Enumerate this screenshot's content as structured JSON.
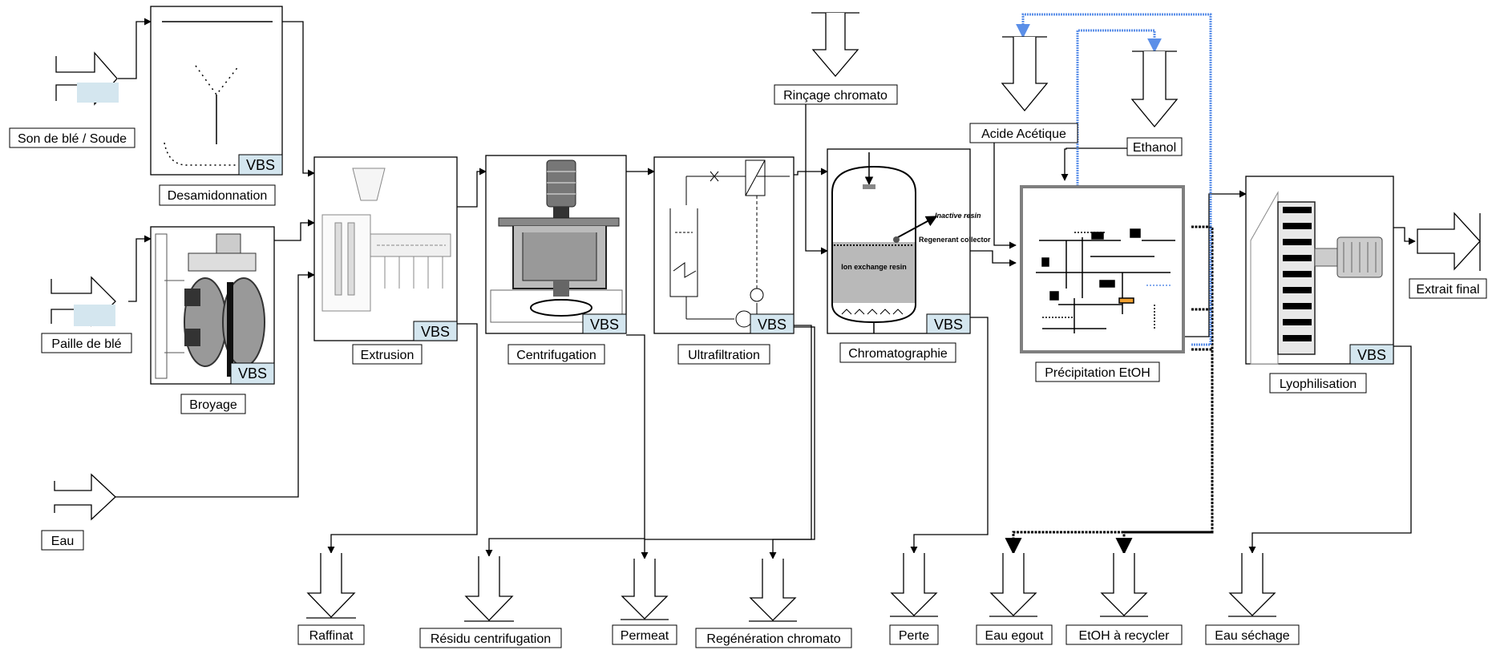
{
  "inputs": {
    "son_ble": "Son de blé / Soude",
    "paille": "Paille de blé",
    "eau": "Eau",
    "rincage": "Rinçage chromato",
    "acide": "Acide Acétique",
    "ethanol": "Ethanol"
  },
  "processes": {
    "desamidonnation": "Desamidonnation",
    "broyage": "Broyage",
    "extrusion": "Extrusion",
    "centrifugation": "Centrifugation",
    "ultrafiltration": "Ultrafiltration",
    "chromatographie": "Chromatographie",
    "precipitation": "Précipitation EtOH",
    "lyophilisation": "Lyophilisation"
  },
  "badge": "VBS",
  "outputs": {
    "raffinat": "Raffinat",
    "residu": "Résidu centrifugation",
    "permeat": "Permeat",
    "regeneration": "Regénération chromato",
    "perte": "Perte",
    "eau_egout": "Eau egout",
    "etoh_recycler": "EtOH à recycler",
    "eau_sechage": "Eau séchage",
    "extrait_final": "Extrait final"
  },
  "resin_labels": {
    "inactive": "Inactive resin",
    "regenerant": "Regenerant collector",
    "ion": "Ion exchange resin"
  },
  "colors": {
    "recycle_line": "#5b8fe8",
    "badge_fill": "#d4e6ef",
    "precip_border": "#7f7f7f"
  }
}
